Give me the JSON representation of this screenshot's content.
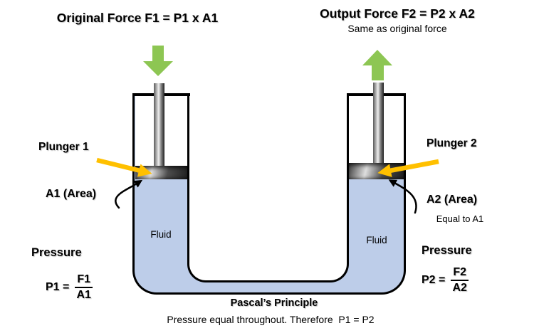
{
  "headings": {
    "left_title": "Original Force F1 = P1 x A1",
    "right_title": "Output Force F2 = P2 x A2",
    "right_subtitle": "Same as original force"
  },
  "labels": {
    "plunger1": "Plunger 1",
    "plunger2": "Plunger 2",
    "area1": "A1 (Area)",
    "area2": "A2 (Area)",
    "area2_note": "Equal to A1",
    "fluid_left": "Fluid",
    "fluid_right": "Fluid",
    "pressure_left": "Pressure",
    "pressure_right": "Pressure"
  },
  "formulas": {
    "left": {
      "lhs": "P1 =",
      "numerator": "F1",
      "denominator": "A1"
    },
    "right": {
      "lhs": "P2 =",
      "numerator": "F2",
      "denominator": "A2"
    }
  },
  "caption": {
    "title": "Pascal’s Principle",
    "subtitle": "Pressure equal throughout. Therefore  P1 = P2"
  },
  "colors": {
    "green_arrow": "#8DC653",
    "yellow_arrow": "#FFC000",
    "fluid": "#BDCDE9",
    "outline": "#000000"
  }
}
